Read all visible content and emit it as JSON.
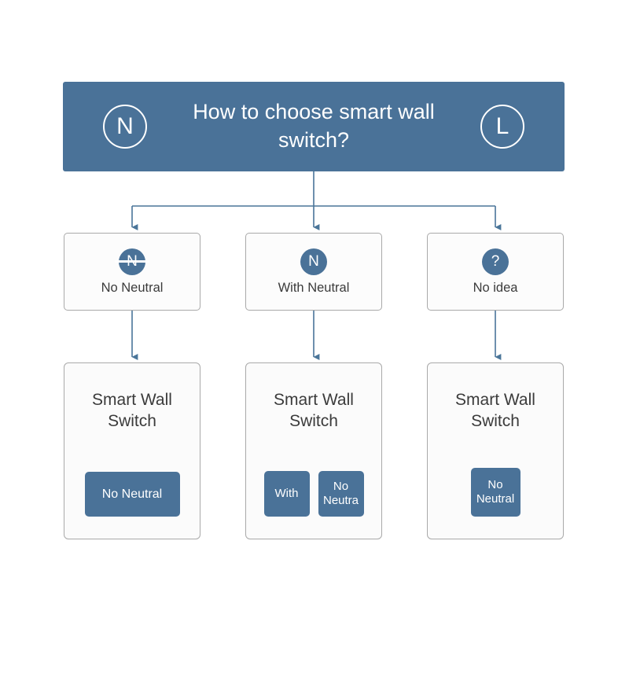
{
  "header": {
    "left_icon": "neutral-wire-n-icon",
    "left_icon_label": "N",
    "right_icon": "live-wire-l-icon",
    "right_icon_label": "L",
    "title": "How to choose smart wall switch?",
    "background_color": "#4a7298",
    "text_color": "#ffffff"
  },
  "colors": {
    "accent": "#4a7298",
    "connector": "#4a7599",
    "card_border": "#a9a9a9",
    "card_background": "#fbfbfb",
    "text": "#3b3b3b"
  },
  "decisions": [
    {
      "id": "no-neutral",
      "badge_text": "N",
      "badge_strikethrough": true,
      "icon": "n-struck-through-icon",
      "label": "No Neutral"
    },
    {
      "id": "with-neutral",
      "badge_text": "N",
      "badge_strikethrough": false,
      "icon": "n-icon",
      "label": "With Neutral"
    },
    {
      "id": "no-idea",
      "badge_text": "?",
      "badge_strikethrough": false,
      "icon": "question-mark-icon",
      "label": "No idea"
    }
  ],
  "products": [
    {
      "id": "product-no-neutral",
      "title": "Smart Wall Switch",
      "buttons": [
        {
          "label": "No Neutral",
          "size": "wide"
        }
      ]
    },
    {
      "id": "product-with-neutral",
      "title": "Smart Wall Switch",
      "buttons": [
        {
          "label": "With",
          "size": "square"
        },
        {
          "label": "No Neutra",
          "size": "square"
        }
      ]
    },
    {
      "id": "product-no-idea",
      "title": "Smart Wall Switch",
      "buttons": [
        {
          "label": "No Neutral",
          "size": "medium"
        }
      ]
    }
  ]
}
